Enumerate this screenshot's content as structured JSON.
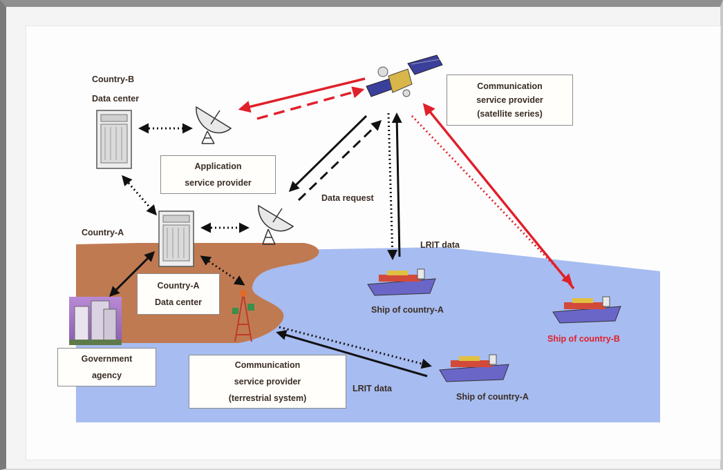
{
  "labels": {
    "country_b": "Country-B",
    "data_center_b": "Data center",
    "application_sp_line1": "Application",
    "application_sp_line2": "service provider",
    "country_a": "Country-A",
    "country_a_dc_line1": "Country-A",
    "country_a_dc_line2": "Data center",
    "government_line1": "Government",
    "government_line2": "agency",
    "comm_terrestrial_line1": "Communication",
    "comm_terrestrial_line2": "service provider",
    "comm_terrestrial_line3": "(terrestrial system)",
    "comm_satellite_line1": "Communication",
    "comm_satellite_line2": "service provider",
    "comm_satellite_line3": "(satellite series)",
    "data_request": "Data request",
    "lrit_data_top": "LRIT data",
    "lrit_data_bottom": "LRIT data",
    "ship_a_top": "Ship of country-A",
    "ship_a_bottom": "Ship of country-A",
    "ship_b": "Ship of country-B"
  },
  "colors": {
    "sea": "#a7bcf0",
    "land": "#c07a52",
    "red_arrow": "#e0202a",
    "black_arrow": "#111111",
    "ship_hull": "#6a66c8",
    "box_border": "#8b8b8b",
    "label_text": "#3a2c24"
  },
  "icons": [
    "satellite-icon",
    "antenna-dish-icon",
    "server-rack-icon",
    "building-icon",
    "radio-tower-icon",
    "cargo-ship-icon"
  ]
}
